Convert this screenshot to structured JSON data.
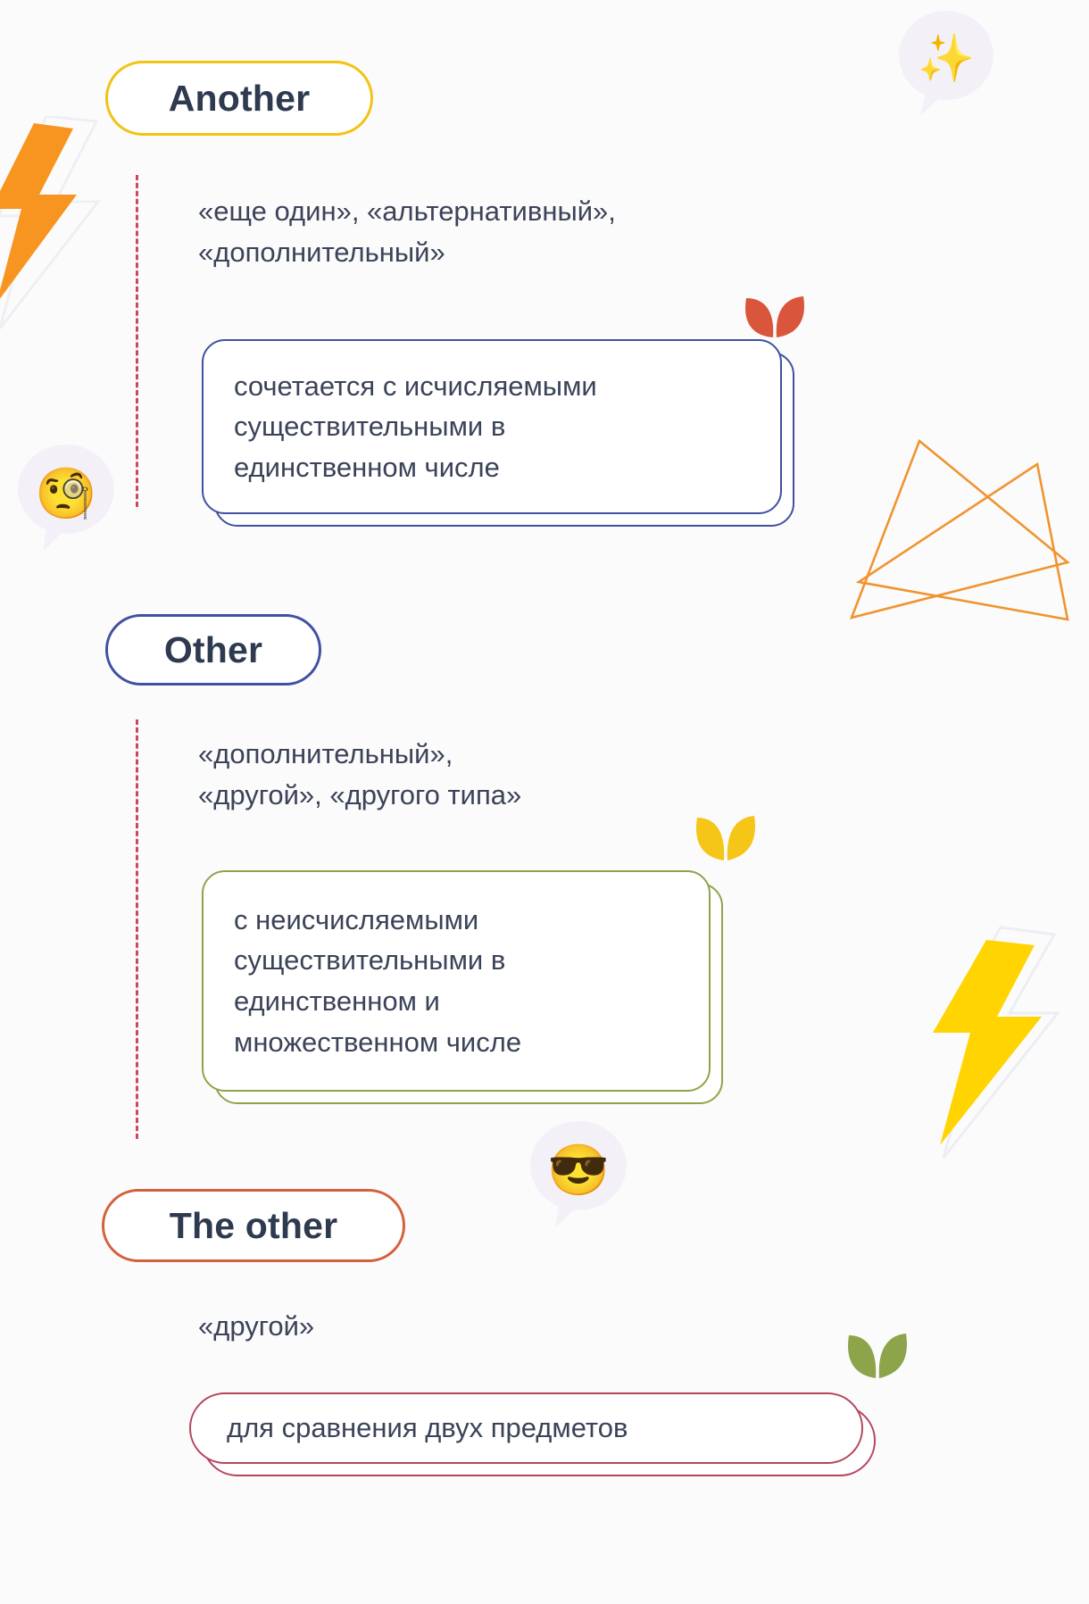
{
  "page": {
    "background_color": "#fcfbfc",
    "text_color": "#3b4358",
    "heading_color": "#2e3a4f"
  },
  "sections": [
    {
      "id": "another",
      "pill_label": "Another",
      "pill_border_color": "#f2c314",
      "meanings": "«еще один», «альтернативный»,\n«дополнительный»",
      "rule": "сочетается с исчисляемыми\nсуществительными в\nединственном числе",
      "rule_border_color": "#3f51a0"
    },
    {
      "id": "other",
      "pill_label": "Other",
      "pill_border_color": "#3f51a0",
      "meanings": "«дополнительный»,\n«другой», «другого типа»",
      "rule": "с неисчисляемыми\nсуществительными в\nединственном и\nмножественном числе",
      "rule_border_color": "#8ea44a"
    },
    {
      "id": "the-other",
      "pill_label": "The other",
      "pill_border_color": "#d5603c",
      "meanings": "«другой»",
      "rule": "для сравнения двух предметов",
      "rule_border_color": "#b4455c"
    }
  ],
  "decorations": {
    "connector_color": "#c94a5e",
    "emoji_bubbles": [
      {
        "name": "sparkles-emoji",
        "glyph": "✨"
      },
      {
        "name": "monocle-face-emoji",
        "glyph": "🧐"
      },
      {
        "name": "sunglasses-face-emoji",
        "glyph": "😎"
      }
    ],
    "lightning_colors": [
      "#f79520",
      "#ffd400"
    ],
    "leaf_colors": [
      "#d9553c",
      "#f5c518",
      "#8ea44a"
    ],
    "triangle_color": "#f09430"
  }
}
